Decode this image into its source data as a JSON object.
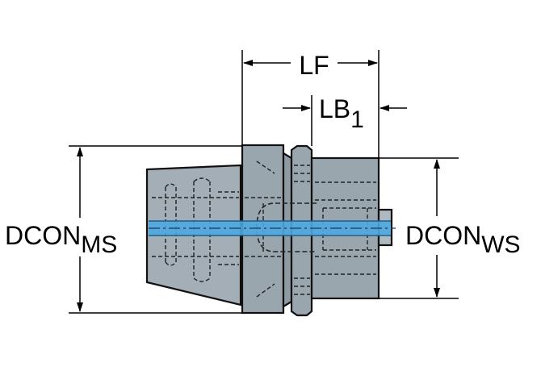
{
  "labels": {
    "lf": "LF",
    "lb_main": "LB",
    "lb_sub": "1",
    "dcon_ms_main": "DCON",
    "dcon_ms_sub": "MS",
    "dcon_ws_main": "DCON",
    "dcon_ws_sub": "WS"
  },
  "colors": {
    "body": "#9aa6ae",
    "body_light": "#aeb9c0",
    "outline": "#111111",
    "coolant": "#4fa8e0",
    "hidden_line": "#222222",
    "dimension_line": "#000000"
  }
}
